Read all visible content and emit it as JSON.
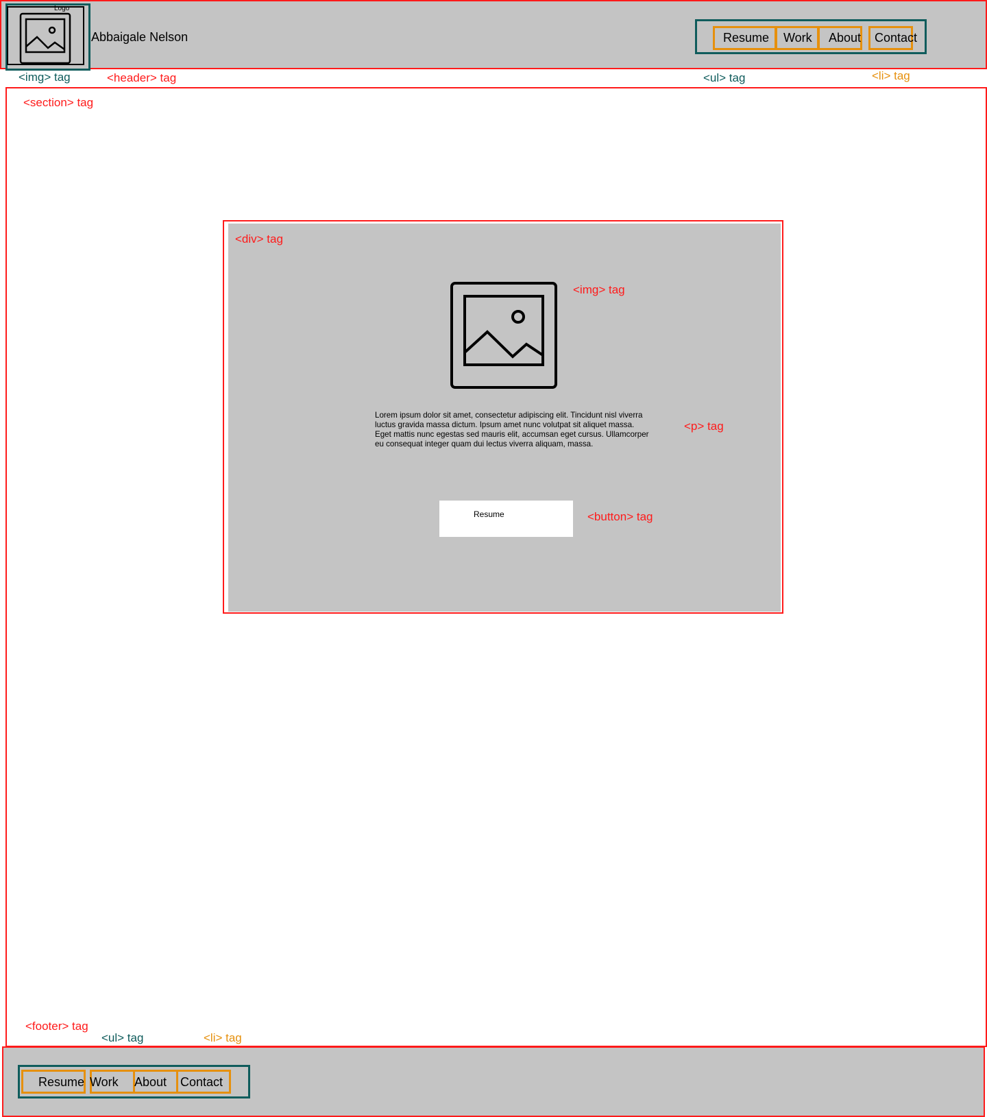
{
  "header": {
    "logo_label": "Logo",
    "site_name": "Abbaigale Nelson",
    "nav_items": [
      "Resume",
      "Work",
      "About",
      "Contact"
    ]
  },
  "annotations": {
    "header_img": "<img> tag",
    "header": "<header> tag",
    "header_ul": "<ul> tag",
    "header_li": "<li> tag",
    "section": "<section> tag",
    "div": "<div> tag",
    "div_img": "<img> tag",
    "p": "<p> tag",
    "button": "<button> tag",
    "footer": "<footer> tag",
    "footer_ul": "<ul> tag",
    "footer_li": "<li> tag"
  },
  "main": {
    "paragraph_lines": [
      "Lorem ipsum dolor sit amet, consectetur adipiscing elit. Tincidunt nisl viverra",
      "luctus gravida massa dictum. Ipsum amet nunc volutpat sit aliquet massa.",
      "Eget mattis nunc egestas sed mauris elit, accumsan eget cursus. Ullamcorper",
      "eu consequat integer quam dui lectus viverra aliquam, massa."
    ],
    "button_label": "Resume"
  },
  "footer": {
    "nav_items": [
      "Resume",
      "Work",
      "About",
      "Contact"
    ]
  },
  "colors": {
    "annotation_red": "#ff1a1a",
    "annotation_teal": "#0f5c5c",
    "annotation_orange": "#e6900d",
    "fill_gray": "#c4c4c4"
  }
}
